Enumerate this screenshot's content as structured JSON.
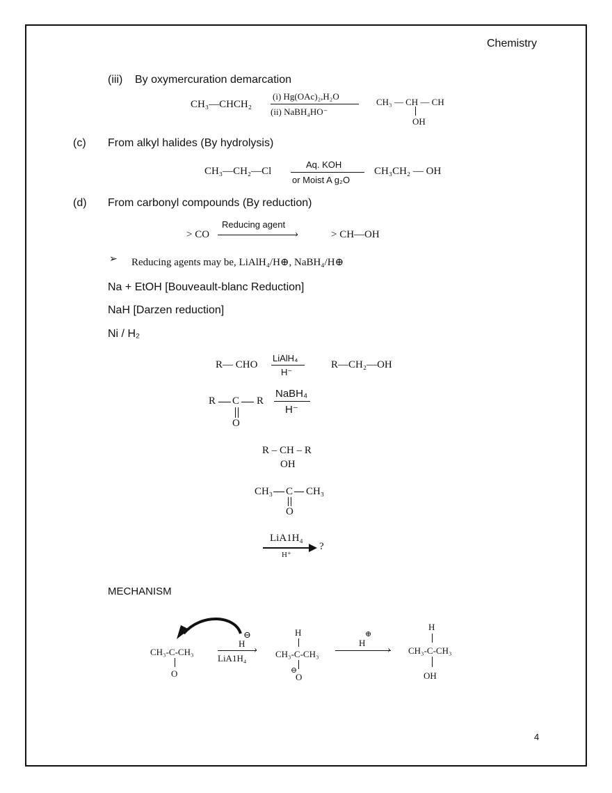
{
  "header": {
    "subject": "Chemistry"
  },
  "page_number": "4",
  "section_iii": {
    "label": "(iii)",
    "title": "By oxymercuration demarcation",
    "reactant": "CH₃—CHCH₂",
    "reagent_top": "(i) Hg(OAc)₂,H₂O",
    "reagent_bottom": "(ii) NaBH₄HO⁻",
    "product_main": "CH₃ — CH — CH",
    "product_sub": "OH"
  },
  "section_c": {
    "label": "(c)",
    "title": "From alkyl halides (By hydrolysis)",
    "reactant": "CH₃—CH₂—Cl",
    "reagent_top": "Aq. KOH",
    "reagent_bottom": "or Moist A g₂O",
    "product": "CH₃CH₂ — OH"
  },
  "section_d": {
    "label": "(d)",
    "title": "From carbonyl compounds (By reduction)",
    "reactant": "> CO",
    "reagent": "Reducing agent",
    "product": "> CH—OH"
  },
  "bullet": {
    "symbol": "➢",
    "text": "Reducing agents may be, LiAlH₄/H⊕, NaBH₄/H⊕"
  },
  "lines": {
    "line1": "Na + EtOH [Bouveault-blanc Reduction]",
    "line2": "NaH [Darzen reduction]",
    "line3": "Ni / H₂"
  },
  "rxn_aldehyde": {
    "reactant": "R— CHO",
    "reagent_top": "LiAlH₄",
    "reagent_bottom": "H⁻",
    "product": "R—CH₂—OH"
  },
  "rxn_ketone": {
    "reactant_left": "R",
    "reactant_c": "C",
    "reactant_right": "R",
    "reactant_o": "O",
    "reagent_top": "NaBH₄",
    "reagent_bottom": "H⁻",
    "product_main": "R – CH – R",
    "product_sub": "OH"
  },
  "acetone": {
    "left": "CH₃",
    "c": "C",
    "right": "CH₃",
    "o": "O",
    "reagent_top": "LiA1H₄",
    "reagent_bottom": "H⁺",
    "product": "?"
  },
  "mechanism": {
    "title": "MECHANISM",
    "start": "CH₃-C-CH₃",
    "start_o": "O",
    "hydride": "H",
    "hydride_charge": "⊖",
    "reagent": "LiA1H₄",
    "intermediate_h": "H",
    "intermediate": "CH₃-C-CH₃",
    "intermediate_charge": "⊖",
    "intermediate_o": "O",
    "proton": "H",
    "proton_charge": "⊕",
    "product_h": "H",
    "product": "CH₃-C-CH₃",
    "product_oh": "OH"
  }
}
